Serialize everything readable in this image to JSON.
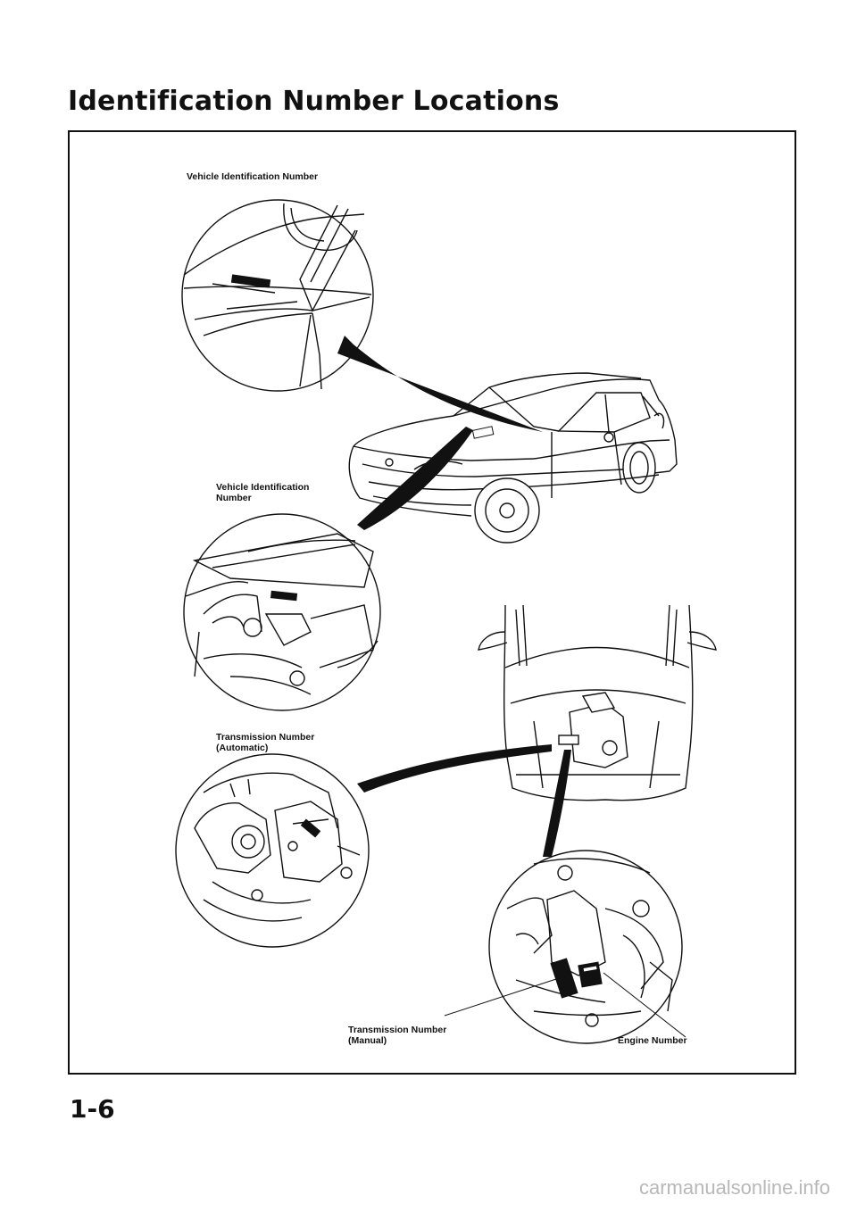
{
  "page": {
    "title": "Identification Number Locations",
    "page_number": "1-6",
    "watermark": "carmanualsonline.info"
  },
  "labels": {
    "vin_top": "Vehicle Identification Number",
    "vin_engine_line1": "Vehicle Identification",
    "vin_engine_line2": "Number",
    "trans_auto_line1": "Transmission Number",
    "trans_auto_line2": "(Automatic)",
    "trans_manual_line1": "Transmission Number",
    "trans_manual_line2": "(Manual)",
    "engine_number": "Engine Number"
  }
}
